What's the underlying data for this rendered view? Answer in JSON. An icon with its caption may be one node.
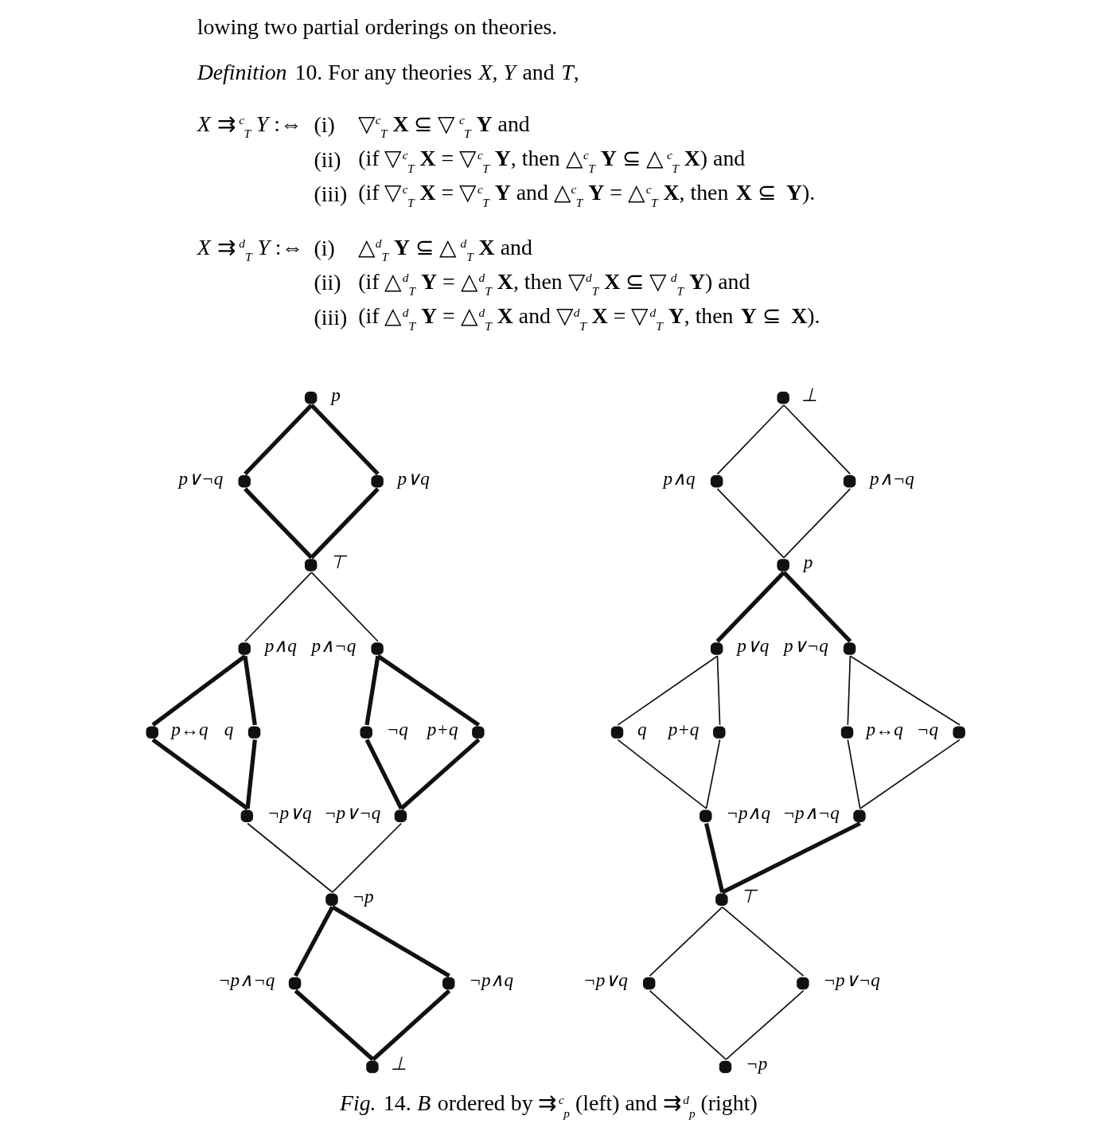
{
  "diagram": {
    "caption": "*Fig.* 14. *B* ordered by ⇉$^{c}$$_{p}$ (left) and ⇉$^{d}$$_{p}$ (right)",
    "nodes": [
      {
        "text": [
          "p"
        ]
      },
      {
        "text": [
          "p∨¬q"
        ]
      },
      {
        "text": [
          "p∨q"
        ]
      },
      {
        "text": [
          "⊤"
        ]
      },
      {
        "text": [
          "p∧q"
        ]
      },
      {
        "text": [
          "p∧¬q"
        ]
      },
      {
        "text": [
          "p↔q"
        ]
      },
      {
        "text": [
          "q"
        ]
      },
      {
        "text": [
          "¬q"
        ]
      },
      {
        "text": [
          "p+q"
        ]
      },
      {
        "text": [
          "¬p∨q"
        ]
      },
      {
        "text": [
          "¬p∨¬q"
        ]
      },
      {
        "text": [
          "¬p"
        ]
      },
      {
        "text": [
          "¬p∧¬q"
        ]
      },
      {
        "text": [
          "¬p∧q"
        ]
      },
      {
        "text": [
          "⊥"
        ]
      },
      {
        "text": [
          "⊥"
        ]
      },
      {
        "text": [
          "p∧q"
        ]
      },
      {
        "text": [
          "p∧¬q"
        ]
      },
      {
        "text": [
          "p"
        ]
      },
      {
        "text": [
          "p∨q"
        ]
      },
      {
        "text": [
          "p∨¬q"
        ]
      },
      {
        "text": [
          "q"
        ]
      },
      {
        "text": [
          "p+q"
        ]
      },
      {
        "text": [
          "p↔q"
        ]
      },
      {
        "text": [
          "¬q"
        ]
      },
      {
        "text": [
          "¬p∧q"
        ]
      },
      {
        "text": [
          "¬p∧¬q"
        ]
      },
      {
        "text": [
          "⊤"
        ]
      },
      {
        "text": [
          "¬p∨q"
        ]
      },
      {
        "text": [
          "¬p∨¬q"
        ]
      },
      {
        "text": [
          "¬p"
        ]
      }
    ],
    "edges": [
      {
        "from": 0,
        "to": 1,
        "arrow": "none",
        "style": "thick"
      },
      {
        "from": 0,
        "to": 2,
        "arrow": "none",
        "style": "thick"
      },
      {
        "from": 1,
        "to": 3,
        "arrow": "none",
        "style": "thick"
      },
      {
        "from": 2,
        "to": 3,
        "arrow": "none",
        "style": "thick"
      },
      {
        "from": 3,
        "to": 4,
        "arrow": "none"
      },
      {
        "from": 3,
        "to": 5,
        "arrow": "none"
      },
      {
        "from": 4,
        "to": 6,
        "arrow": "none",
        "style": "thick"
      },
      {
        "from": 4,
        "to": 7,
        "arrow": "none",
        "style": "thick"
      },
      {
        "from": 5,
        "to": 8,
        "arrow": "none",
        "style": "thick"
      },
      {
        "from": 5,
        "to": 9,
        "arrow": "none",
        "style": "thick"
      },
      {
        "from": 6,
        "to": 10,
        "arrow": "none",
        "style": "thick"
      },
      {
        "from": 7,
        "to": 10,
        "arrow": "none",
        "style": "thick"
      },
      {
        "from": 8,
        "to": 11,
        "arrow": "none",
        "style": "thick"
      },
      {
        "from": 9,
        "to": 11,
        "arrow": "none",
        "style": "thick"
      },
      {
        "from": 10,
        "to": 12,
        "arrow": "none"
      },
      {
        "from": 11,
        "to": 12,
        "arrow": "none"
      },
      {
        "from": 12,
        "to": 13,
        "arrow": "none",
        "style": "thick"
      },
      {
        "from": 12,
        "to": 14,
        "arrow": "none",
        "style": "thick"
      },
      {
        "from": 13,
        "to": 15,
        "arrow": "none",
        "style": "thick"
      },
      {
        "from": 14,
        "to": 15,
        "arrow": "none",
        "style": "thick"
      },
      {
        "from": 16,
        "to": 17,
        "arrow": "none"
      },
      {
        "from": 16,
        "to": 18,
        "arrow": "none"
      },
      {
        "from": 17,
        "to": 19,
        "arrow": "none"
      },
      {
        "from": 18,
        "to": 19,
        "arrow": "none"
      },
      {
        "from": 19,
        "to": 20,
        "arrow": "none",
        "style": "thick"
      },
      {
        "from": 19,
        "to": 21,
        "arrow": "none",
        "style": "thick"
      },
      {
        "from": 20,
        "to": 22,
        "arrow": "none"
      },
      {
        "from": 20,
        "to": 23,
        "arrow": "none"
      },
      {
        "from": 21,
        "to": 24,
        "arrow": "none"
      },
      {
        "from": 21,
        "to": 25,
        "arrow": "none"
      },
      {
        "from": 22,
        "to": 26,
        "arrow": "none"
      },
      {
        "from": 23,
        "to": 26,
        "arrow": "none"
      },
      {
        "from": 24,
        "to": 27,
        "arrow": "none"
      },
      {
        "from": 25,
        "to": 27,
        "arrow": "none"
      },
      {
        "from": 26,
        "to": 28,
        "arrow": "none",
        "style": "thick"
      },
      {
        "from": 27,
        "to": 28,
        "arrow": "none",
        "style": "thick"
      },
      {
        "from": 28,
        "to": 29,
        "arrow": "none"
      },
      {
        "from": 28,
        "to": 30,
        "arrow": "none"
      },
      {
        "from": 29,
        "to": 31,
        "arrow": "none"
      },
      {
        "from": 30,
        "to": 31,
        "arrow": "none"
      }
    ],
    "labels": [
      "lowing two partial orderings on theories.",
      "*Definition* 10. For any theories *X, Y* and *T*,",
      "*X* ⇉$^{c}$$_{T}$ *Y* :⇔",
      "(i)",
      "▽$^{c}$$_{T}$ **X** ⊆ ▽$^{c}$$_{T}$ **Y** and",
      "(ii)",
      "(if ▽$^{c}$$_{T}$ **X** = ▽$^{c}$$_{T}$ **Y**, then △$^{c}$$_{T}$ **Y** ⊆ △$^{c}$$_{T}$ **X**) and",
      "(iii)",
      "(if ▽$^{c}$$_{T}$ **X** = ▽$^{c}$$_{T}$ **Y** and △$^{c}$$_{T}$ **Y** = △$^{c}$$_{T}$ **X**, then **X** ⊆ **Y**).",
      "*X* ⇉$^{d}$$_{T}$ *Y* :⇔",
      "(i)",
      "△$^{d}$$_{T}$ **Y** ⊆ △$^{d}$$_{T}$ **X** and",
      "(ii)",
      "(if △$^{d}$$_{T}$ **Y** = △$^{d}$$_{T}$ **X**, then ▽$^{d}$$_{T}$ **X** ⊆ ▽$^{d}$$_{T}$ **Y**) and",
      "(iii)",
      "(if △$^{d}$$_{T}$ **Y** = △$^{d}$$_{T}$ **X** and ▽$^{d}$$_{T}$ **X** = ▽$^{d}$$_{T}$ **Y**, then **Y** ⊆ **X**)."
    ]
  }
}
